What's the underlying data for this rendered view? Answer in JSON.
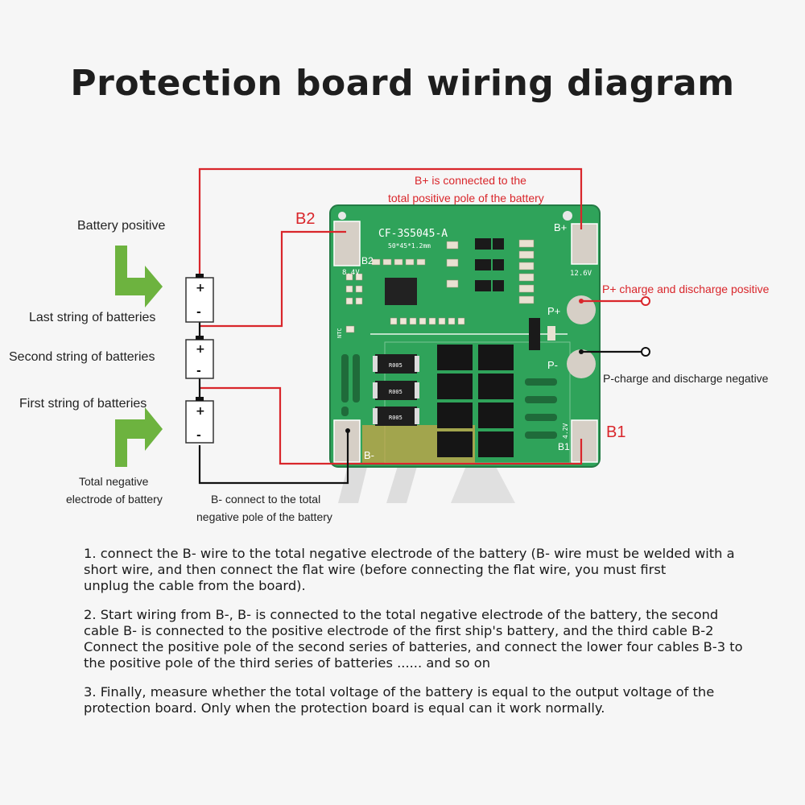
{
  "title": "Protection board wiring diagram",
  "labels": {
    "battery_positive": "Battery positive",
    "last_string": "Last string of batteries",
    "second_string": "Second string of batteries",
    "first_string": "First string of batteries",
    "total_negative_1": "Total negative",
    "total_negative_2": "electrode of battery",
    "bplus_note_1": "B+ is connected to the",
    "bplus_note_2": "total positive pole of the battery",
    "bminus_note_1": "B- connect to the total",
    "bminus_note_2": "negative pole of the battery",
    "p_plus_desc": "P+ charge and discharge positive",
    "p_minus_desc": "P-charge and discharge negative",
    "b2_callout": "B2",
    "b1_callout": "B1",
    "battery_plus": "+",
    "battery_minus": "-"
  },
  "board": {
    "model": "CF-3S5045-A",
    "size": "50*45*1.2mm",
    "pad_bplus": "B+",
    "pad_b2": "B2",
    "pad_b1": "B1",
    "pad_bminus": "B-",
    "pad_pplus": "P+",
    "pad_pminus": "P-",
    "v_bplus": "12.6V",
    "v_b2": "8.4V",
    "v_b1": "4.2V",
    "ntc": "NTC",
    "resistor_code": "R005"
  },
  "colors": {
    "wire_red": "#d9262b",
    "wire_black": "#111111",
    "arrow_green": "#6db33f",
    "board_green": "#2fa35a"
  },
  "instructions": [
    "1. connect the B- wire to the total negative electrode of the battery (B- wire must be welded with a short wire, and then connect the flat wire (before connecting the flat wire, you must first\nunplug the cable from the board).",
    "2. Start wiring from B-, B- is connected to the total negative electrode of the battery, the second cable B- is connected to the positive electrode of the first ship's battery, and the third cable B-2\nConnect the positive pole of the second series of batteries, and connect the lower four cables B-3 to the positive pole of the third series of batteries ...... and so on",
    "3. Finally, measure whether the total voltage of the battery is equal to the output voltage of the protection board. Only when the protection board is equal can it work normally."
  ]
}
